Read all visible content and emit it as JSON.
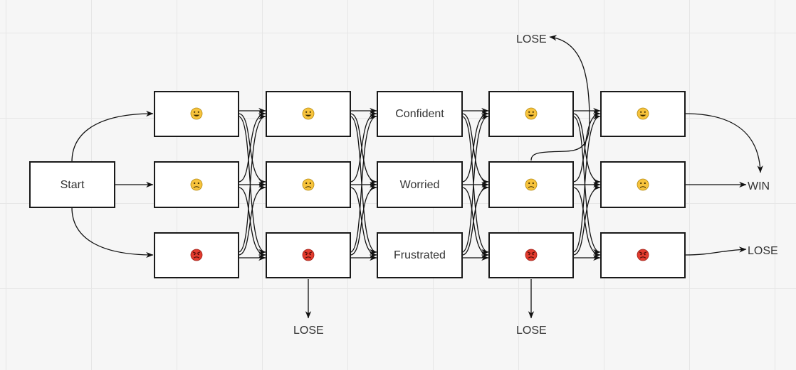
{
  "nodes": {
    "start": "Start",
    "confident": "Confident",
    "worried": "Worried",
    "frustrated": "Frustrated"
  },
  "face_icons": {
    "happy": "grinning-face-icon",
    "worried": "worried-face-icon",
    "angry": "angry-face-icon"
  },
  "outcomes": {
    "lose": "LOSE",
    "win": "WIN"
  },
  "colors": {
    "happy_face": "#f7c33c",
    "angry_face": "#e23b2e",
    "border": "#1a1a1a"
  }
}
